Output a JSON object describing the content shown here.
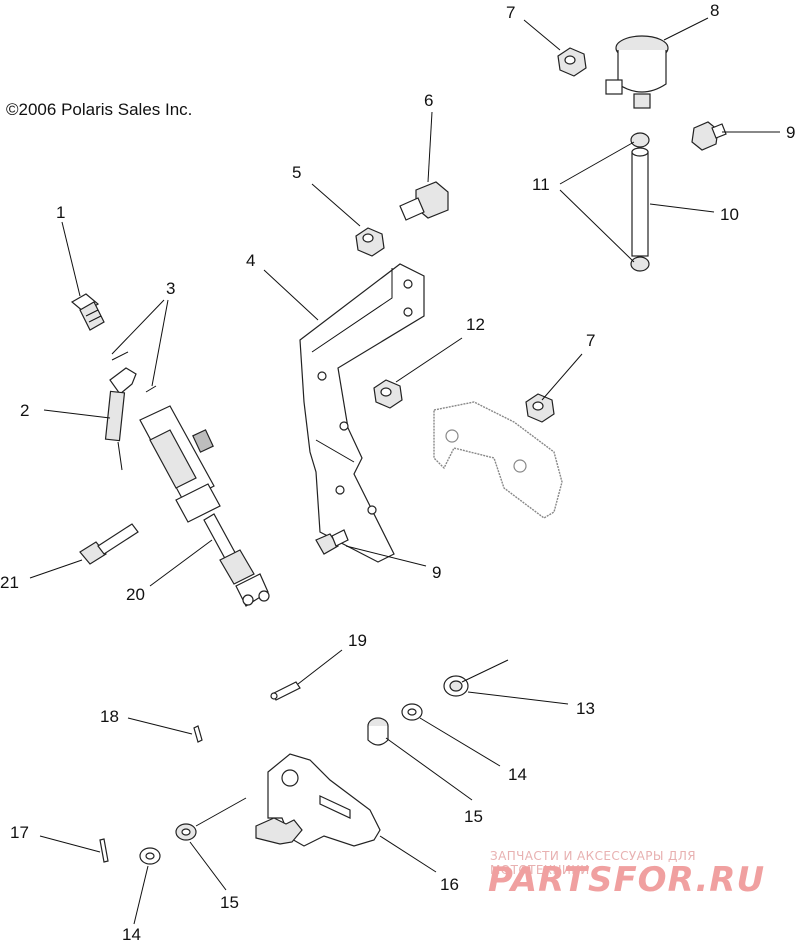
{
  "copyright": "©2006 Polaris Sales Inc.",
  "callouts": [
    {
      "id": "c1",
      "label": "1"
    },
    {
      "id": "c2",
      "label": "2"
    },
    {
      "id": "c3",
      "label": "3"
    },
    {
      "id": "c4",
      "label": "4"
    },
    {
      "id": "c5",
      "label": "5"
    },
    {
      "id": "c6",
      "label": "6"
    },
    {
      "id": "c7a",
      "label": "7"
    },
    {
      "id": "c7b",
      "label": "7"
    },
    {
      "id": "c8",
      "label": "8"
    },
    {
      "id": "c9a",
      "label": "9"
    },
    {
      "id": "c9b",
      "label": "9"
    },
    {
      "id": "c10",
      "label": "10"
    },
    {
      "id": "c11",
      "label": "11"
    },
    {
      "id": "c12",
      "label": "12"
    },
    {
      "id": "c13",
      "label": "13"
    },
    {
      "id": "c14a",
      "label": "14"
    },
    {
      "id": "c14b",
      "label": "14"
    },
    {
      "id": "c15a",
      "label": "15"
    },
    {
      "id": "c15b",
      "label": "15"
    },
    {
      "id": "c16",
      "label": "16"
    },
    {
      "id": "c17",
      "label": "17"
    },
    {
      "id": "c18",
      "label": "18"
    },
    {
      "id": "c19",
      "label": "19"
    },
    {
      "id": "c20",
      "label": "20"
    },
    {
      "id": "c21",
      "label": "21"
    }
  ],
  "watermark": {
    "tagline": "ЗАПЧАСТИ И АКСЕССУАРЫ ДЛЯ МОТОТЕХНИКИ",
    "logo": "PARTSFOR.RU"
  }
}
